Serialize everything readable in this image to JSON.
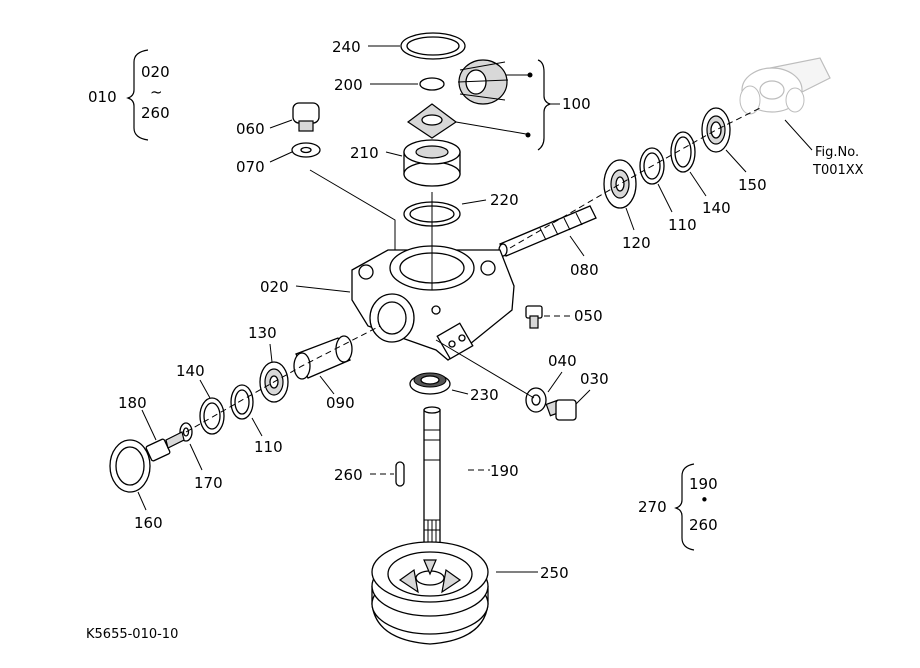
{
  "group_010": {
    "label": "010",
    "from": "020",
    "sep": "~",
    "to": "260"
  },
  "group_270": {
    "label": "270",
    "from": "190",
    "sep": "•",
    "to": "260"
  },
  "fig_ref": {
    "line1": "Fig.No.",
    "line2": "T001XX"
  },
  "doc_code": "K5655-010-10",
  "callouts": {
    "p240": "240",
    "p200": "200",
    "p100": "100",
    "p060": "060",
    "p070": "070",
    "p210": "210",
    "p220": "220",
    "p020": "020",
    "p050": "050",
    "p080": "080",
    "p120": "120",
    "p110a": "110",
    "p140a": "140",
    "p150": "150",
    "p130": "130",
    "p140b": "140",
    "p180": "180",
    "p110b": "110",
    "p090": "090",
    "p230": "230",
    "p040": "040",
    "p030": "030",
    "p170": "170",
    "p160": "160",
    "p260": "260",
    "p190": "190",
    "p250": "250"
  }
}
